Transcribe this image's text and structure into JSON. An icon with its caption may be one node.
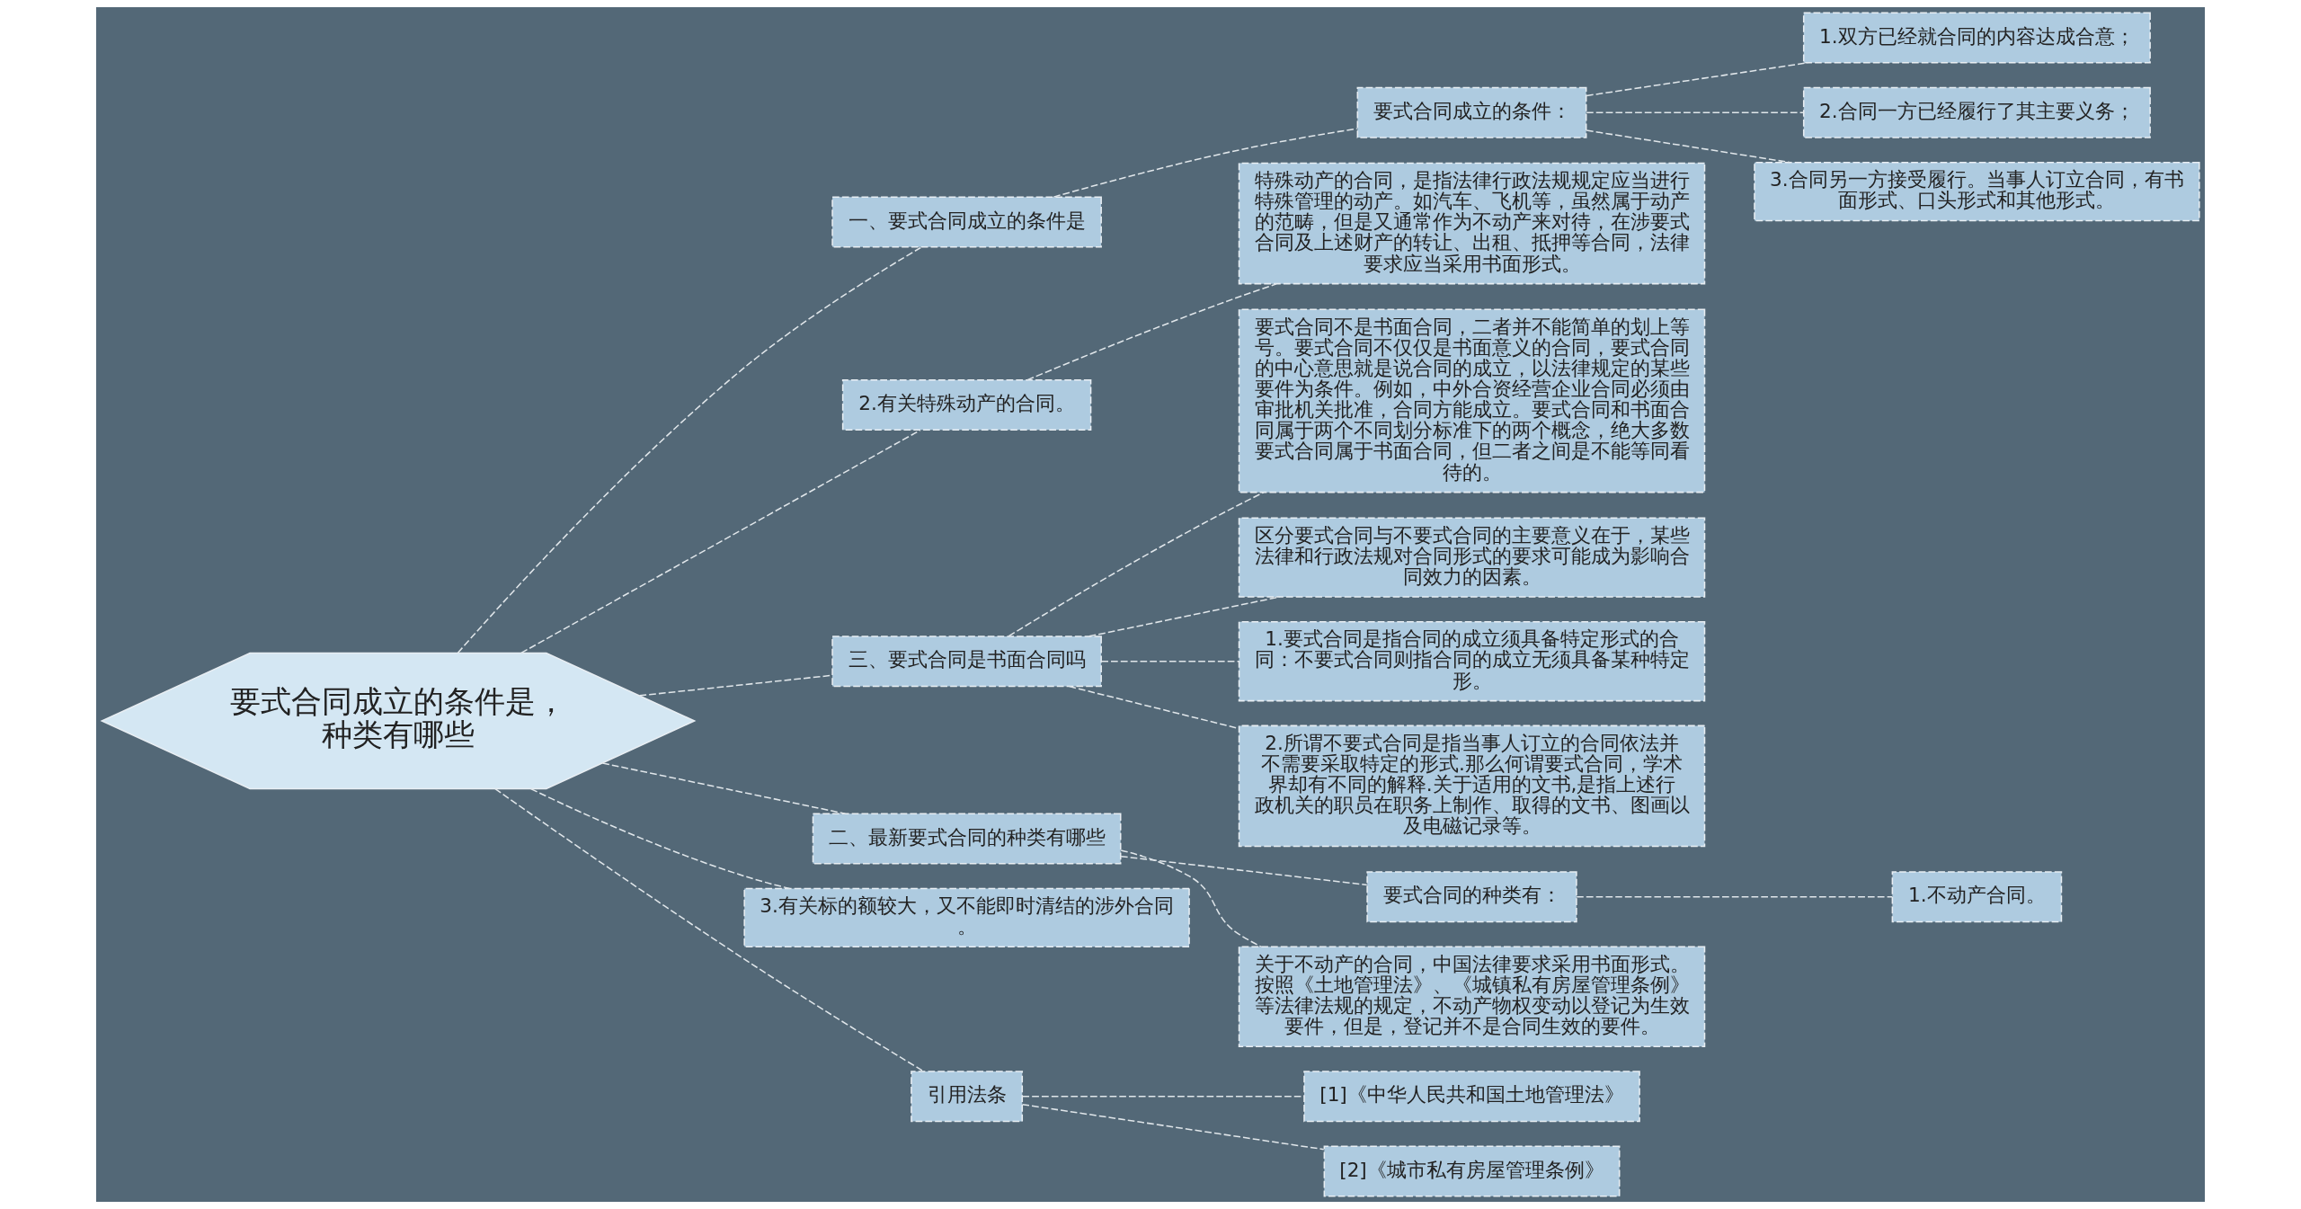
{
  "diagram": {
    "nodes": [
      {
        "text": [
          "要式合同成立的条件是，种类有哪些"
        ]
      },
      {
        "text": [
          "一、要式合同成立的条件是"
        ]
      },
      {
        "text": [
          "要式合同成立的条件："
        ]
      },
      {
        "text": [
          "1.双方已经就合同的内容达成合意；"
        ]
      },
      {
        "text": [
          "2.合同一方已经履行了其主要义务；"
        ]
      },
      {
        "text": [
          "3.合同另一方接受履行。当事人订立合同，有书面形式、口头形式和其他形式。"
        ]
      },
      {
        "text": [
          "2.有关特殊动产的合同。"
        ]
      },
      {
        "text": [
          "特殊动产的合同，是指法律行政法规规定应当进行特殊管理的动产。如汽车、飞机等，虽然属于动产的范畴，但是又通常作为不动产来对待，在涉要式合同及上述财产的转让、出租、抵押等合同，法律要求应当采用书面形式。"
        ]
      },
      {
        "text": [
          "三、要式合同是书面合同吗"
        ]
      },
      {
        "text": [
          "要式合同不是书面合同，二者并不能简单的划上等号。要式合同不仅仅是书面意义的合同，要式合同的中心意思就是说合同的成立，以法律规定的某些要件为条件。例如，中外合资经营企业合同必须由审批机关批准，合同方能成立。要式合同和书面合同属于两个不同划分标准下的两个概念，绝大多数要式合同属于书面合同，但二者之间是不能等同看待的。"
        ]
      },
      {
        "text": [
          "区分要式合同与不要式合同的主要意义在于，某些法律和行政法规对合同形式的要求可能成为影响合同效力的因素。"
        ]
      },
      {
        "text": [
          "1.要式合同是指合同的成立须具备特定形式的合同：不要式合同则指合同的成立无须具备某种特定形。"
        ]
      },
      {
        "text": [
          "2.所谓不要式合同是指当事人订立的合同依法并不需要采取特定的形式.那么何谓要式合同，学术界却有不同的解释.关于适用的文书,是指上述行政机关的职员在职务上制作、取得的文书、图画以及电磁记录等。"
        ]
      },
      {
        "text": [
          "二、最新要式合同的种类有哪些"
        ]
      },
      {
        "text": [
          "要式合同的种类有："
        ]
      },
      {
        "text": [
          "1.不动产合同。"
        ]
      },
      {
        "text": [
          "关于不动产的合同，中国法律要求采用书面形式。按照《土地管理法》、《城镇私有房屋管理条例》等法律法规的规定，不动产物权变动以登记为生效要件，但是，登记并不是合同生效的要件。"
        ]
      },
      {
        "text": [
          "3.有关标的额较大，又不能即时清结的涉外合同。"
        ]
      },
      {
        "text": [
          "引用法条"
        ]
      },
      {
        "text": [
          "[1]《中华人民共和国土地管理法》"
        ]
      },
      {
        "text": [
          "[2]《城市私有房屋管理条例》"
        ]
      }
    ],
    "edges": [
      {
        "from": 0,
        "to": 1,
        "arrow": "none",
        "style": "dashed"
      },
      {
        "from": 1,
        "to": 2,
        "arrow": "none",
        "style": "dashed"
      },
      {
        "from": 2,
        "to": 3,
        "arrow": "none",
        "style": "dashed"
      },
      {
        "from": 2,
        "to": 4,
        "arrow": "none",
        "style": "dashed"
      },
      {
        "from": 2,
        "to": 5,
        "arrow": "none",
        "style": "dashed"
      },
      {
        "from": 0,
        "to": 6,
        "arrow": "none",
        "style": "dashed"
      },
      {
        "from": 6,
        "to": 7,
        "arrow": "none",
        "style": "dashed"
      },
      {
        "from": 0,
        "to": 8,
        "arrow": "none",
        "style": "dashed"
      },
      {
        "from": 8,
        "to": 9,
        "arrow": "none",
        "style": "dashed"
      },
      {
        "from": 8,
        "to": 10,
        "arrow": "none",
        "style": "dashed"
      },
      {
        "from": 8,
        "to": 11,
        "arrow": "none",
        "style": "dashed"
      },
      {
        "from": 8,
        "to": 12,
        "arrow": "none",
        "style": "dashed"
      },
      {
        "from": 0,
        "to": 13,
        "arrow": "none",
        "style": "dashed"
      },
      {
        "from": 13,
        "to": 14,
        "arrow": "none",
        "style": "dashed"
      },
      {
        "from": 14,
        "to": 15,
        "arrow": "none",
        "style": "dashed"
      },
      {
        "from": 13,
        "to": 16,
        "arrow": "none",
        "style": "dashed"
      },
      {
        "from": 0,
        "to": 17,
        "arrow": "none",
        "style": "dashed"
      },
      {
        "from": 0,
        "to": 18,
        "arrow": "none",
        "style": "dashed"
      },
      {
        "from": 18,
        "to": 19,
        "arrow": "none",
        "style": "dashed"
      },
      {
        "from": 18,
        "to": 20,
        "arrow": "none",
        "style": "dashed"
      }
    ]
  }
}
